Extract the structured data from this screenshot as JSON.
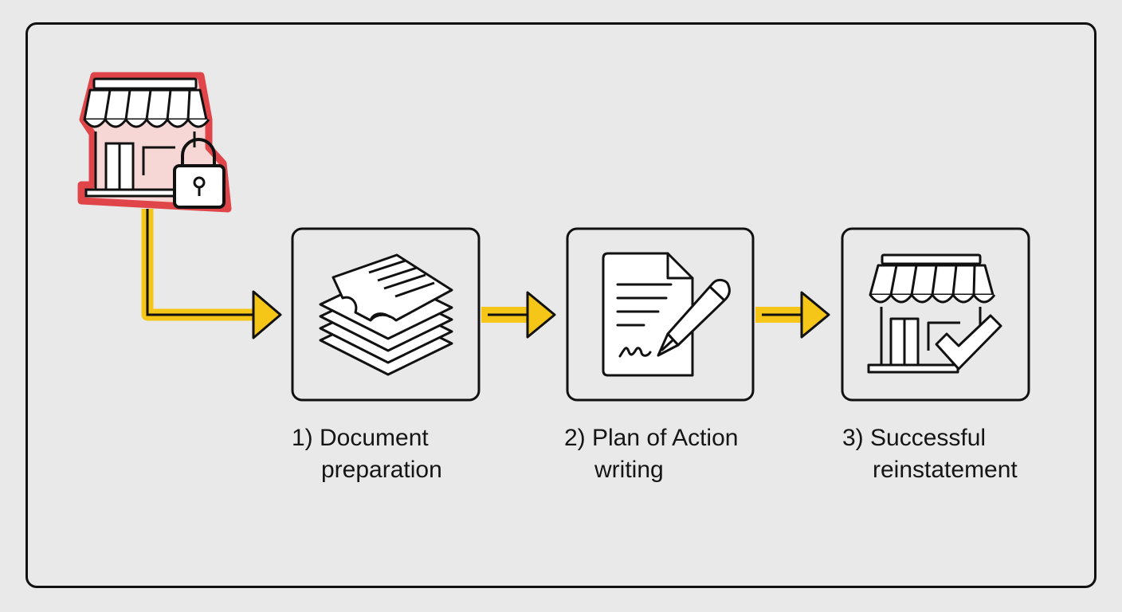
{
  "colors": {
    "background": "#e9e9e9",
    "stroke": "#111111",
    "arrow": "#f5c518",
    "alert_outline": "#e0454a"
  },
  "locked_store": {
    "icon": "locked-storefront-icon"
  },
  "steps": [
    {
      "label_line1": "1) Document",
      "label_line2": "preparation",
      "icon": "document-stack-icon"
    },
    {
      "label_line1": "2) Plan of Action",
      "label_line2": "writing",
      "icon": "document-pen-icon"
    },
    {
      "label_line1": "3) Successful",
      "label_line2": "reinstatement",
      "icon": "storefront-check-icon"
    }
  ]
}
